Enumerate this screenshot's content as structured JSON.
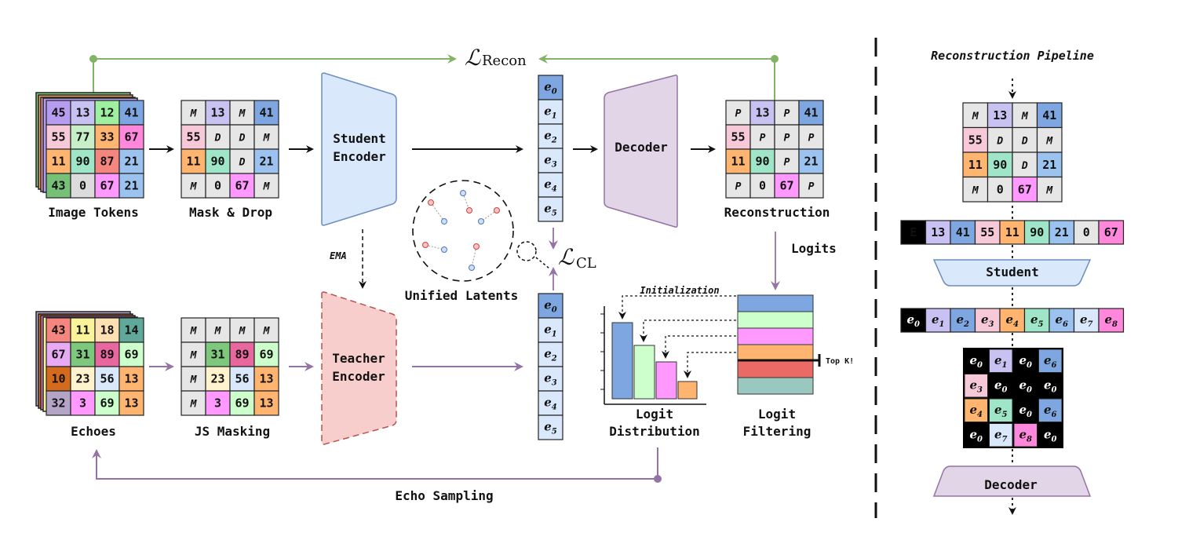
{
  "losses": {
    "recon_script": "ℒ",
    "recon_sub": "Recon",
    "cl_script": "ℒ",
    "cl_sub": "CL"
  },
  "labels": {
    "image_tokens": "Image Tokens",
    "mask_drop": "Mask & Drop",
    "student_encoder_l1": "Student",
    "student_encoder_l2": "Encoder",
    "decoder": "Decoder",
    "reconstruction": "Reconstruction",
    "ema": "EMA",
    "unified_latents": "Unified Latents",
    "teacher_encoder_l1": "Teacher",
    "teacher_encoder_l2": "Encoder",
    "echoes": "Echoes",
    "js_masking": "JS Masking",
    "logits": "Logits",
    "initialization": "Initialization",
    "top_k": "Top K!",
    "logit_distribution_l1": "Logit",
    "logit_distribution_l2": "Distribution",
    "logit_filtering_l1": "Logit",
    "logit_filtering_l2": "Filtering",
    "echo_sampling": "Echo Sampling",
    "pipeline_title": "Reconstruction Pipeline",
    "student": "Student",
    "decoder_small": "Decoder"
  },
  "image_tokens": [
    [
      "45",
      "13",
      "12",
      "41"
    ],
    [
      "55",
      "77",
      "33",
      "67"
    ],
    [
      "11",
      "90",
      "87",
      "21"
    ],
    [
      "43",
      "0",
      "67",
      "21"
    ]
  ],
  "mask_drop": [
    [
      "M",
      "13",
      "M",
      "41"
    ],
    [
      "55",
      "D",
      "D",
      "M"
    ],
    [
      "11",
      "90",
      "D",
      "21"
    ],
    [
      "M",
      "0",
      "67",
      "M"
    ]
  ],
  "reconstruction": [
    [
      "P",
      "13",
      "P",
      "41"
    ],
    [
      "55",
      "P",
      "P",
      "P"
    ],
    [
      "11",
      "90",
      "P",
      "21"
    ],
    [
      "P",
      "0",
      "67",
      "P"
    ]
  ],
  "echoes": [
    [
      "43",
      "11",
      "18",
      "14"
    ],
    [
      "67",
      "31",
      "89",
      "69"
    ],
    [
      "10",
      "23",
      "56",
      "13"
    ],
    [
      "32",
      "3",
      "69",
      "13"
    ]
  ],
  "js_masking": [
    [
      "M",
      "M",
      "M",
      "M"
    ],
    [
      "M",
      "31",
      "89",
      "69"
    ],
    [
      "M",
      "23",
      "56",
      "13"
    ],
    [
      "M",
      "3",
      "69",
      "13"
    ]
  ],
  "latents_top": [
    [
      "e",
      "0"
    ],
    [
      "e",
      "1"
    ],
    [
      "e",
      "2"
    ],
    [
      "e",
      "3"
    ],
    [
      "e",
      "4"
    ],
    [
      "e",
      "5"
    ]
  ],
  "latents_bottom": [
    [
      "e",
      "0"
    ],
    [
      "e",
      "1"
    ],
    [
      "e",
      "2"
    ],
    [
      "e",
      "3"
    ],
    [
      "e",
      "4"
    ],
    [
      "e",
      "5"
    ]
  ],
  "pipeline_grid": [
    [
      "M",
      "13",
      "M",
      "41"
    ],
    [
      "55",
      "D",
      "D",
      "M"
    ],
    [
      "11",
      "90",
      "D",
      "21"
    ],
    [
      "M",
      "0",
      "67",
      "M"
    ]
  ],
  "pipeline_token_row": [
    "E",
    "13",
    "41",
    "55",
    "11",
    "90",
    "21",
    "0",
    "67"
  ],
  "pipeline_latent_row": [
    [
      "e",
      "0"
    ],
    [
      "e",
      "1"
    ],
    [
      "e",
      "2"
    ],
    [
      "e",
      "3"
    ],
    [
      "e",
      "4"
    ],
    [
      "e",
      "5"
    ],
    [
      "e",
      "6"
    ],
    [
      "e",
      "7"
    ],
    [
      "e",
      "8"
    ]
  ],
  "pipeline_out_grid": [
    [
      [
        "e",
        "0"
      ],
      [
        "e",
        "1"
      ],
      [
        "e",
        "0"
      ],
      [
        "e",
        "6"
      ]
    ],
    [
      [
        "e",
        "3"
      ],
      [
        "e",
        "0"
      ],
      [
        "e",
        "0"
      ],
      [
        "e",
        "0"
      ]
    ],
    [
      [
        "e",
        "4"
      ],
      [
        "e",
        "5"
      ],
      [
        "e",
        "0"
      ],
      [
        "e",
        "6"
      ]
    ],
    [
      [
        "e",
        "0"
      ],
      [
        "e",
        "7"
      ],
      [
        "e",
        "8"
      ],
      [
        "e",
        "0"
      ]
    ]
  ],
  "logit_distribution_values": [
    4,
    3,
    2,
    1
  ],
  "colors": {
    "green_line": "#82b366",
    "purple_line": "#9673a6",
    "student_fill": "#dae8fc",
    "student_stroke": "#6c8ebf",
    "teacher_fill": "#f8cecc",
    "teacher_stroke": "#b85450",
    "decoder_fill": "#e1d5e7",
    "decoder_stroke": "#9673a6"
  }
}
